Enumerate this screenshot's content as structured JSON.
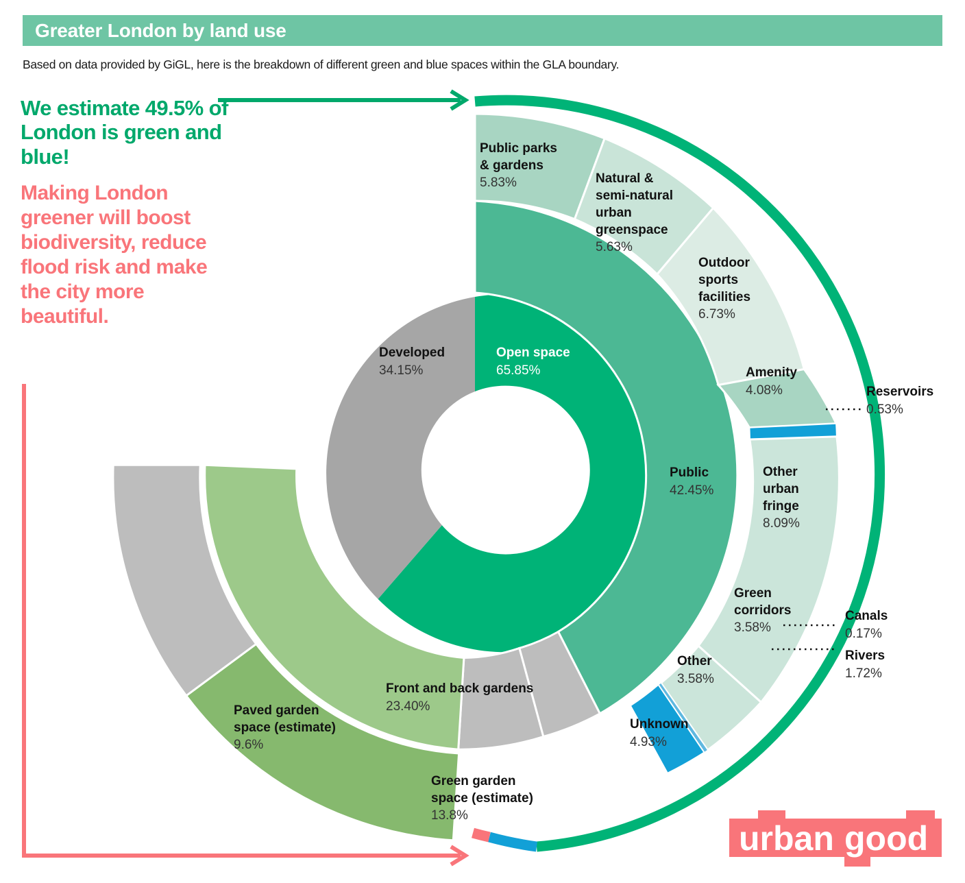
{
  "header": {
    "title": "Greater London by land use",
    "subtitle": "Based on data provided by GiGL, here is the breakdown of different green and blue spaces within the GLA boundary.",
    "banner_color": "#6ec5a4"
  },
  "callouts": {
    "green_headline": "We estimate 49.5% of London is green and blue!",
    "pink_headline": "Making London greener will boost biodiversity, reduce flood risk and make the city more beautiful.",
    "green_color": "#00a86b",
    "pink_color": "#f9757a"
  },
  "logo": {
    "text_urban": "urban",
    "text_good": "good",
    "color": "#f9757a"
  },
  "chart_data": {
    "type": "pie",
    "title": "Greater London by land use",
    "subtitle": "Based on data provided by GiGL, here is the breakdown of different green and blue spaces within the GLA boundary.",
    "units": "percent of GLA boundary area",
    "rings": [
      {
        "level": 1,
        "name": "inner",
        "slices": [
          {
            "label": "Open space",
            "value": 65.85,
            "value_text": "65.85%",
            "color": "#00b377",
            "text_color": "#ffffff"
          },
          {
            "label": "Developed",
            "value": 34.15,
            "value_text": "34.15%",
            "color": "#a6a6a6",
            "text_color": "#111111"
          }
        ]
      },
      {
        "level": 2,
        "name": "middle",
        "slices": [
          {
            "label": "Public",
            "value": 42.45,
            "value_text": "42.45%",
            "color": "#4cb894",
            "text_color": "#111111",
            "parent": "Open space"
          },
          {
            "label": "Other",
            "value": 3.58,
            "value_text": "3.58%",
            "color": "#bdbdbd",
            "text_color": "#111111",
            "parent": "Open space"
          },
          {
            "label": "Unknown",
            "value": 4.93,
            "value_text": "4.93%",
            "color": "#bdbdbd",
            "text_color": "#111111",
            "parent": "Open space"
          },
          {
            "label": "Front and back gardens",
            "value": 23.4,
            "value_text": "23.40%",
            "color": "#9dc98a",
            "text_color": "#111111",
            "parent": "Developed"
          }
        ]
      },
      {
        "level": 3,
        "name": "outer",
        "slices": [
          {
            "label": "Public parks & gardens",
            "value": 5.83,
            "value_text": "5.83%",
            "color": "#a8d5c2",
            "text_color": "#111111",
            "parent": "Public"
          },
          {
            "label": "Natural & semi-natural urban greenspace",
            "value": 5.63,
            "value_text": "5.63%",
            "color": "#c9e4d8",
            "text_color": "#111111",
            "parent": "Public"
          },
          {
            "label": "Outdoor sports facilities",
            "value": 6.73,
            "value_text": "6.73%",
            "color": "#dcece4",
            "text_color": "#111111",
            "parent": "Public"
          },
          {
            "label": "Amenity",
            "value": 4.08,
            "value_text": "4.08%",
            "color": "#a8d5c2",
            "text_color": "#111111",
            "parent": "Public"
          },
          {
            "label": "Reservoirs",
            "value": 0.53,
            "value_text": "0.53%",
            "color": "#12a0d7",
            "text_color": "#111111",
            "parent": "Public",
            "callout": true
          },
          {
            "label": "Other urban fringe",
            "value": 8.09,
            "value_text": "8.09%",
            "color": "#cbe5da",
            "text_color": "#111111",
            "parent": "Public"
          },
          {
            "label": "Green corridors",
            "value": 3.58,
            "value_text": "3.58%",
            "color": "#cbe5da",
            "text_color": "#111111",
            "parent": "Public"
          },
          {
            "label": "Canals",
            "value": 0.17,
            "value_text": "0.17%",
            "color": "#5fb8e0",
            "text_color": "#111111",
            "parent": "Public",
            "callout": true
          },
          {
            "label": "Rivers",
            "value": 1.72,
            "value_text": "1.72%",
            "color": "#12a0d7",
            "text_color": "#111111",
            "parent": "Public",
            "callout": true
          },
          {
            "label": "Green garden space (estimate)",
            "value": 13.8,
            "value_text": "13.8%",
            "color": "#86b96e",
            "text_color": "#111111",
            "parent": "Front and back gardens"
          },
          {
            "label": "Paved garden space (estimate)",
            "value": 9.6,
            "value_text": "9.6%",
            "color": "#bdbdbd",
            "text_color": "#111111",
            "parent": "Front and back gardens"
          }
        ]
      }
    ],
    "outer_arc": {
      "label": "green and blue share",
      "value": 49.5,
      "segments": [
        {
          "name": "green",
          "color": "#00b377"
        },
        {
          "name": "blue",
          "color": "#12a0d7"
        },
        {
          "name": "pink-cap",
          "color": "#f9757a"
        }
      ]
    }
  },
  "labels": {
    "open_space": {
      "name": "Open space",
      "value": "65.85%"
    },
    "developed": {
      "name": "Developed",
      "value": "34.15%"
    },
    "public": {
      "name": "Public",
      "value": "42.45%"
    },
    "other": {
      "name": "Other",
      "value": "3.58%"
    },
    "unknown": {
      "name": "Unknown",
      "value": "4.93%"
    },
    "front_back_gardens": {
      "name": "Front and back gardens",
      "value": "23.40%"
    },
    "public_parks": {
      "name1": "Public parks",
      "name2": "& gardens",
      "value": "5.83%"
    },
    "natural": {
      "name1": "Natural &",
      "name2": "semi-natural",
      "name3": "urban",
      "name4": "greenspace",
      "value": "5.63%"
    },
    "outdoor_sports": {
      "name1": "Outdoor",
      "name2": "sports",
      "name3": "facilities",
      "value": "6.73%"
    },
    "amenity": {
      "name": "Amenity",
      "value": "4.08%"
    },
    "reservoirs": {
      "name": "Reservoirs",
      "value": "0.53%"
    },
    "other_urban_fringe": {
      "name1": "Other",
      "name2": "urban",
      "name3": "fringe",
      "value": "8.09%"
    },
    "green_corridors": {
      "name1": "Green",
      "name2": "corridors",
      "value": "3.58%"
    },
    "canals": {
      "name": "Canals",
      "value": "0.17%"
    },
    "rivers": {
      "name": "Rivers",
      "value": "1.72%"
    },
    "green_garden": {
      "name1": "Green garden",
      "name2": "space (estimate)",
      "value": "13.8%"
    },
    "paved_garden": {
      "name1": "Paved garden",
      "name2": "space (estimate)",
      "value": "9.6%"
    }
  }
}
